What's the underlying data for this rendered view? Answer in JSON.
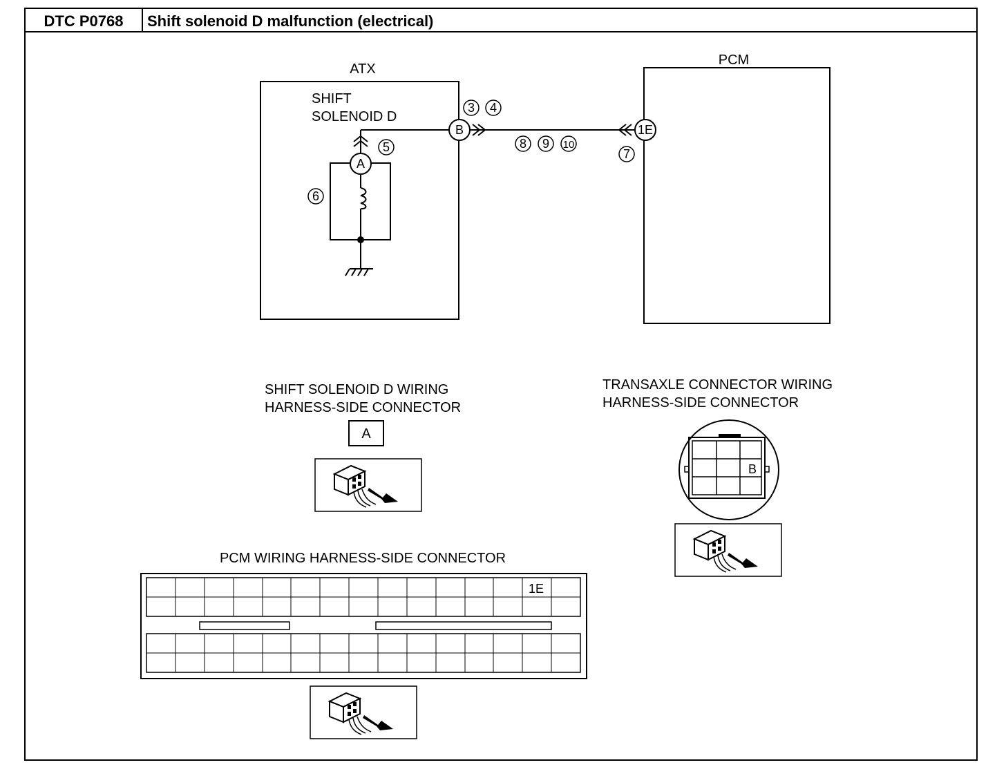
{
  "header": {
    "dtc_code": "DTC P0768",
    "dtc_title": "Shift solenoid D malfunction (electrical)"
  },
  "schematic": {
    "atx_label": "ATX",
    "pcm_label": "PCM",
    "solenoid_label_line1": "SHIFT",
    "solenoid_label_line2": "SOLENOID D",
    "connector_a": "A",
    "connector_b": "B",
    "connector_1e": "1E",
    "step_3": "3",
    "step_4": "4",
    "step_5": "5",
    "step_6": "6",
    "step_7": "7",
    "step_8": "8",
    "step_9": "9",
    "step_10": "10"
  },
  "connectors": {
    "solenoid_title_line1": "SHIFT SOLENOID D WIRING",
    "solenoid_title_line2": "HARNESS-SIDE CONNECTOR",
    "solenoid_tag": "A",
    "transaxle_title_line1": "TRANSAXLE CONNECTOR WIRING",
    "transaxle_title_line2": "HARNESS-SIDE CONNECTOR",
    "transaxle_pin": "B",
    "pcm_title": "PCM WIRING HARNESS-SIDE CONNECTOR",
    "pcm_pin": "1E"
  }
}
